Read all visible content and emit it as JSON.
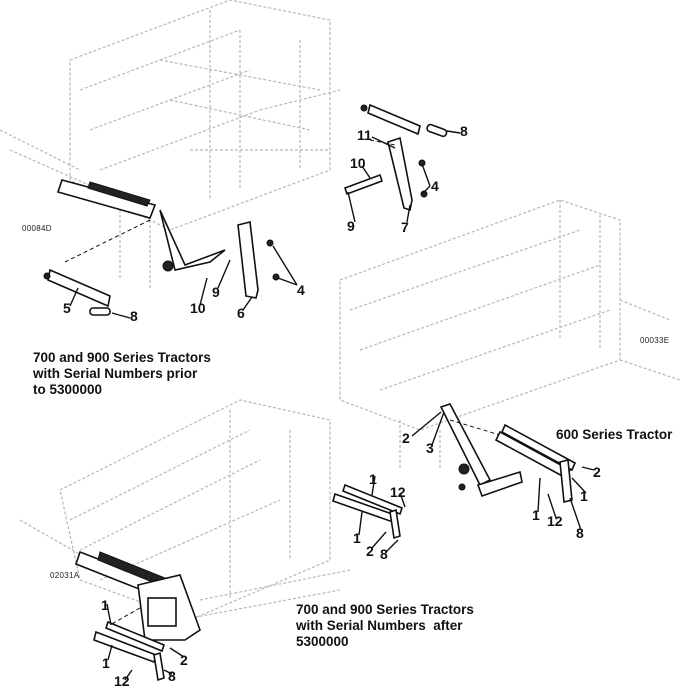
{
  "top_view": {
    "ref_code": "00084D",
    "caption": [
      "700 and 900 Series Tractors",
      "with Serial Numbers prior",
      "to 5300000"
    ],
    "callouts": [
      "11",
      "8",
      "10",
      "4",
      "9",
      "7",
      "5",
      "8",
      "10",
      "9",
      "6",
      "4"
    ]
  },
  "middle_view": {
    "ref_code": "00033E",
    "caption": "600 Series Tractor",
    "callouts": [
      "2",
      "3",
      "2",
      "1",
      "1",
      "12",
      "8"
    ]
  },
  "bottom_view": {
    "ref_code": "02031A",
    "caption": [
      "700 and 900 Series Tractors",
      "with Serial Numbers  after",
      "5300000"
    ],
    "callouts": [
      "1",
      "12",
      "1",
      "2",
      "8",
      "1",
      "1",
      "2",
      "8",
      "12"
    ]
  }
}
